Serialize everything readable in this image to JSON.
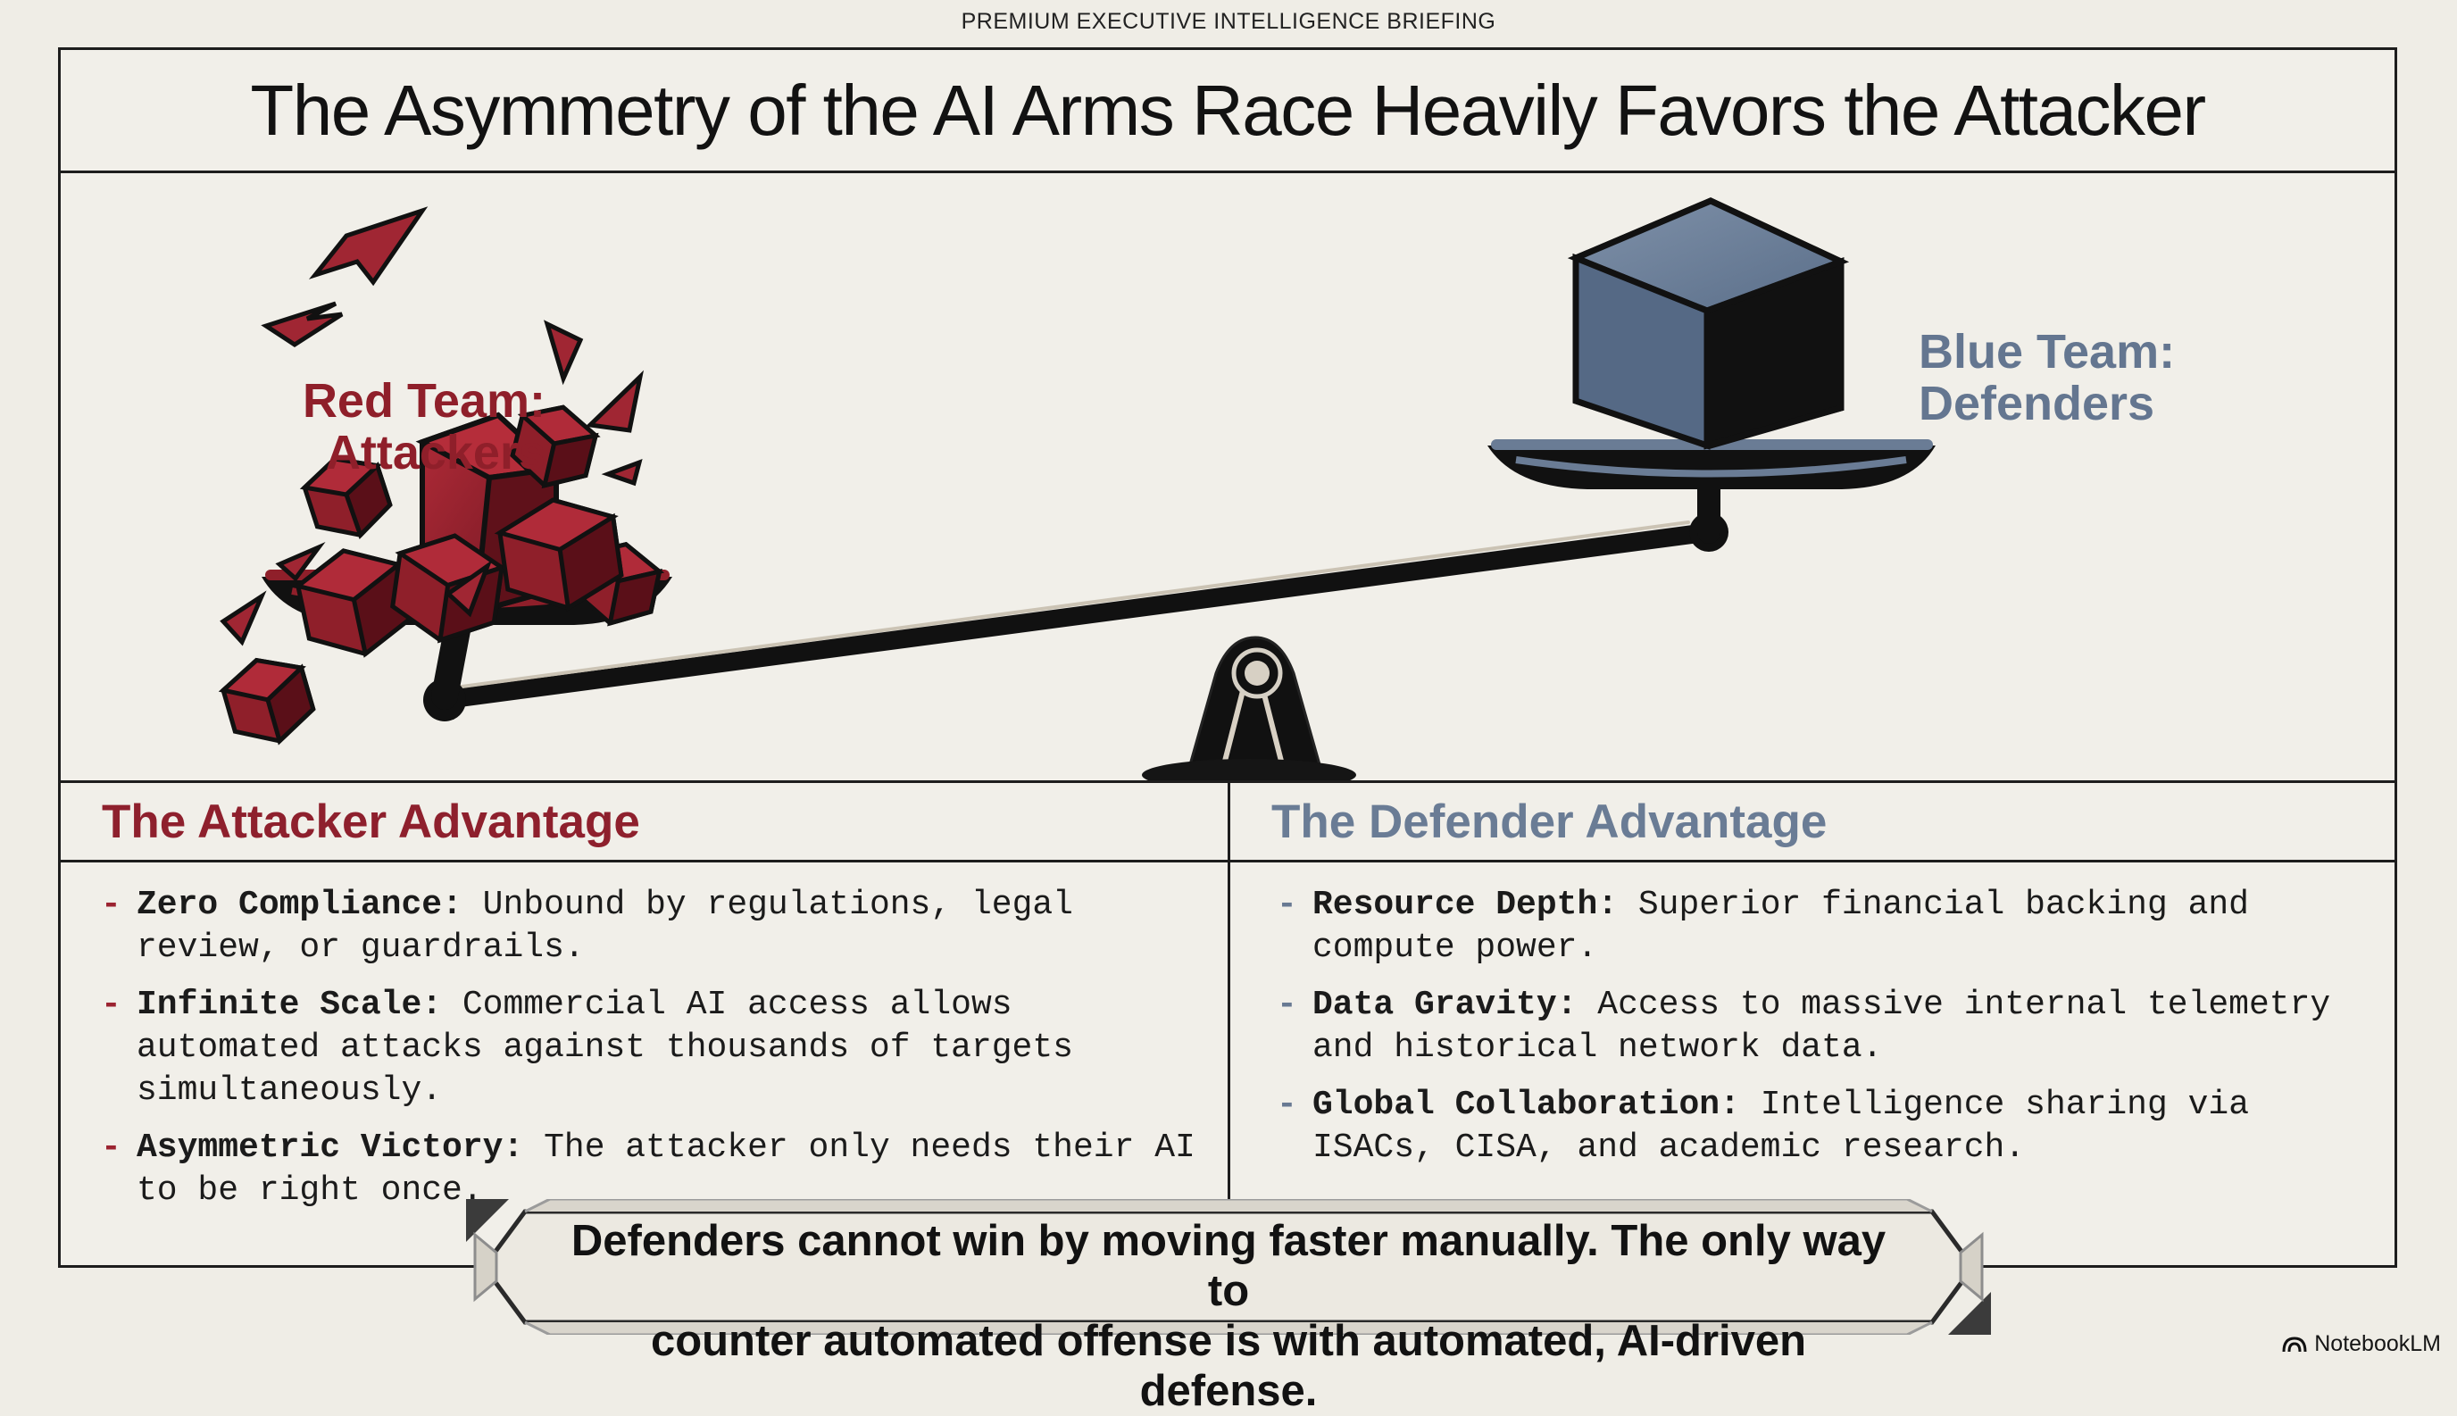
{
  "kicker": "PREMIUM EXECUTIVE INTELLIGENCE BRIEFING",
  "title": "The Asymmetry of the AI Arms Race Heavily Favors the Attacker",
  "teams": {
    "red": {
      "line1": "Red Team:",
      "line2": "Attackers",
      "color": "#8e202d"
    },
    "blue": {
      "line1": "Blue Team:",
      "line2": "Defenders",
      "color": "#6a7c95"
    }
  },
  "columns": [
    {
      "heading": "The Attacker Advantage",
      "items": [
        {
          "term": "Zero Compliance:",
          "text": "Unbound by regulations, legal review, or guardrails."
        },
        {
          "term": "Infinite Scale:",
          "text": "Commercial AI access allows automated attacks against thousands of targets simultaneously."
        },
        {
          "term": "Asymmetric Victory:",
          "text": "The attacker only needs their AI to be right once."
        }
      ]
    },
    {
      "heading": "The Defender Advantage",
      "items": [
        {
          "term": "Resource Depth:",
          "text": "Superior financial backing and compute power."
        },
        {
          "term": "Data Gravity:",
          "text": "Access to massive internal telemetry and historical network data."
        },
        {
          "term": "Global Collaboration:",
          "text": "Intelligence sharing via ISACs, CISA, and academic research."
        }
      ]
    }
  ],
  "callout": {
    "line1": "Defenders cannot win by moving faster manually. The only way to",
    "line2": "counter automated offense is with automated, AI-driven defense."
  },
  "brand": "NotebookLM",
  "icons": {
    "bullet": "-",
    "brand": "notebooklm-logo-icon"
  },
  "colors": {
    "background": "#efede6",
    "border": "#1d1d1d",
    "attacker": "#8e202d",
    "defender": "#6a7c95"
  }
}
